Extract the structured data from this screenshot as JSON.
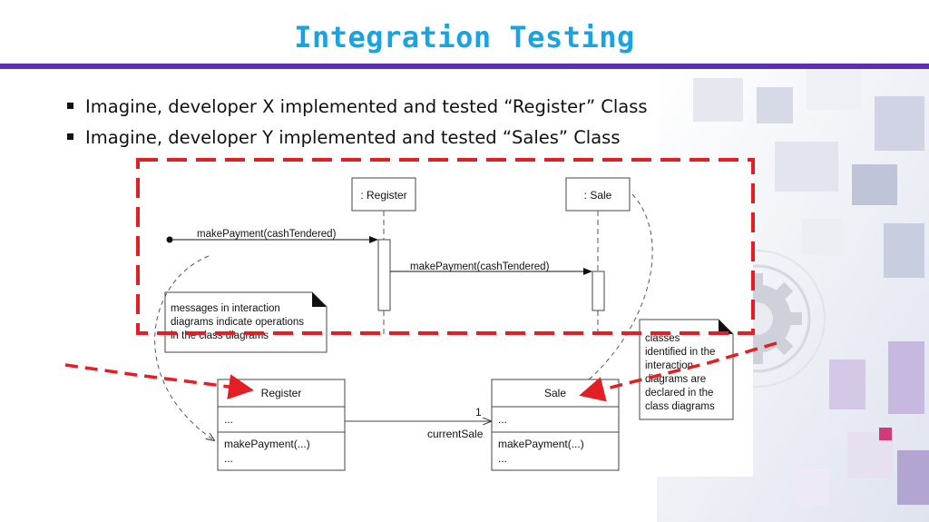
{
  "slide": {
    "title": "Integration Testing",
    "bullets": [
      "Imagine, developer X implemented and tested “Register” Class",
      "Imagine, developer Y implemented and tested “Sales” Class"
    ]
  },
  "diagram": {
    "lifeline_register": ": Register",
    "lifeline_sale": ": Sale",
    "message_1": "makePayment(cashTendered)",
    "message_2": "makePayment(cashTendered)",
    "note_left": [
      "messages in interaction",
      "diagrams indicate operations",
      "in the class diagrams"
    ],
    "note_right": [
      "classes",
      "identified in the",
      "interaction",
      "diagrams are",
      "declared in the",
      "class diagrams"
    ],
    "class_register": {
      "name": "Register",
      "attrs": "...",
      "op": "makePayment(...)",
      "more": "..."
    },
    "class_sale": {
      "name": "Sale",
      "attrs": "...",
      "op": "makePayment(...)",
      "more": "..."
    },
    "assoc_label": "currentSale",
    "assoc_mult": "1"
  },
  "colors": {
    "title": "#1aa3e0",
    "rule": "#5b2fb0",
    "highlight": "#e31e24"
  }
}
